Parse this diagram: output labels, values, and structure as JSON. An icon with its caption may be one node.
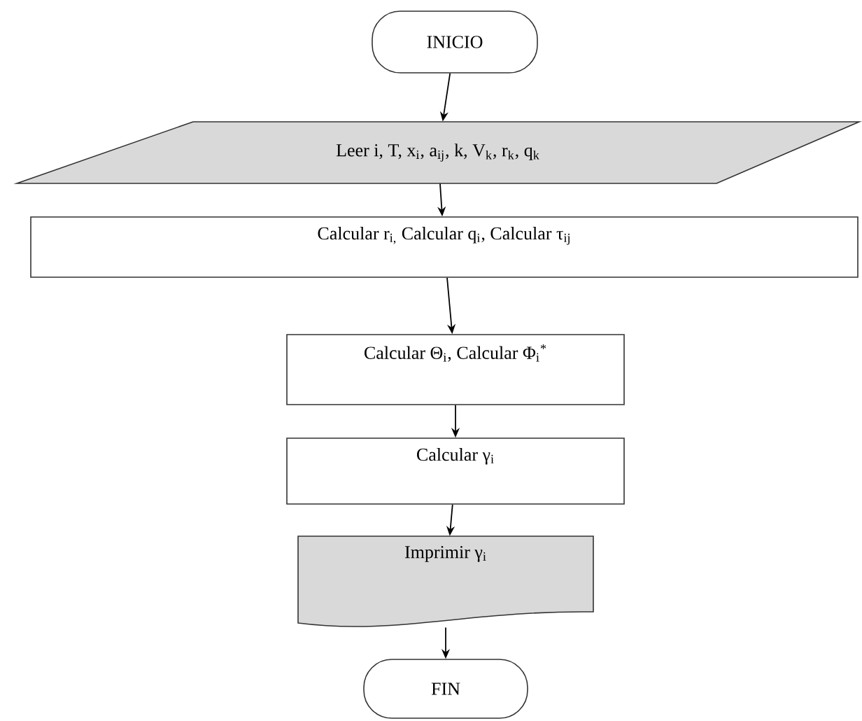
{
  "diagram": {
    "nodes": [
      {
        "text": [
          "INICIO"
        ]
      },
      {
        "text": [
          "Leer i, T, x$_{i}$, a$_{ij}$, k, V$_{k}$, r$_{k}$, q$_{k}$"
        ]
      },
      {
        "text": [
          "Calcular r$_{i,}$ Calcular q$_{i}$, Calcular τ$_{ij}$"
        ]
      },
      {
        "text": [
          "Calcular Θ$_{i}$, Calcular Φ$_{i}$$^{*}$"
        ]
      },
      {
        "text": [
          "Calcular γ$_{i}$"
        ]
      },
      {
        "text": [
          "Imprimir γ$_{i}$"
        ]
      },
      {
        "text": [
          "FIN"
        ]
      }
    ],
    "edges": [
      {
        "from": 0,
        "to": 1,
        "arrow": "to"
      },
      {
        "from": 1,
        "to": 2,
        "arrow": "to"
      },
      {
        "from": 2,
        "to": 3,
        "arrow": "to"
      },
      {
        "from": 3,
        "to": 4,
        "arrow": "to"
      },
      {
        "from": 4,
        "to": 5,
        "arrow": "to"
      },
      {
        "from": 5,
        "to": 6,
        "arrow": "to"
      }
    ]
  }
}
